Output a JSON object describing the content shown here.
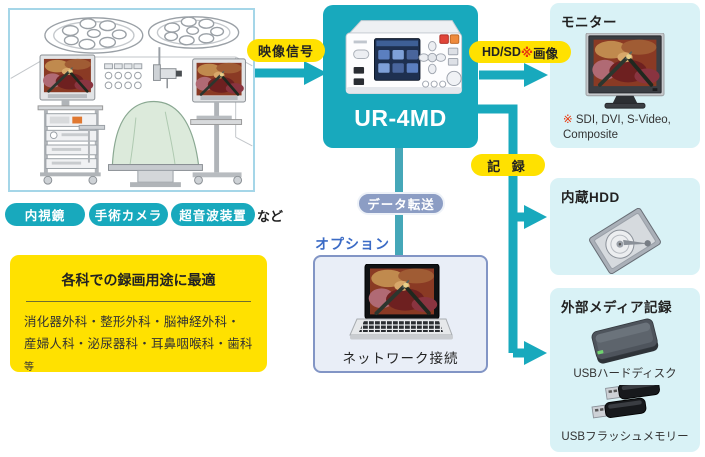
{
  "or_panel": {
    "source_pills": [
      "内視鏡",
      "手術カメラ",
      "超音波装置"
    ],
    "etc": "など"
  },
  "yellow_box": {
    "title": "各科での録画用途に最適",
    "body_line1": "消化器外科・整形外科・脳神経外科・",
    "body_line2": "産婦人科・泌尿器科・耳鼻咽喉科・歯科",
    "body_suffix": "等"
  },
  "recorder": {
    "label": "UR-4MD"
  },
  "flow_labels": {
    "video_signal": "映像信号",
    "hd_sd_prefix": "HD/SD",
    "hd_sd_mark": "※",
    "hd_sd_suffix": "画像",
    "record": "記 録",
    "data_transfer": "データ転送",
    "option": "オプション"
  },
  "network_box": {
    "caption": "ネットワーク接続"
  },
  "monitor_panel": {
    "title": "モニター",
    "note_mark": "※",
    "note_line1": "SDI, DVI, S-Video,",
    "note_line2": "Composite"
  },
  "hdd_panel": {
    "title": "内蔵HDD"
  },
  "external_panel": {
    "title": "外部メディア記録",
    "usb_hdd_label": "USBハードディスク",
    "usb_flash_label": "USBフラッシュメモリー"
  },
  "colors": {
    "teal": "#18a9bd",
    "data_line": "#45a7b8",
    "yellow": "#ffe100",
    "panel_blue": "#d9f2f6",
    "slate_pill": "#8c9dc4",
    "option_blue": "#3b6bc5",
    "note_red": "#e8380d",
    "network_fill": "#e9eef7",
    "network_border": "#8295c5",
    "or_border": "#a5d6e8"
  }
}
